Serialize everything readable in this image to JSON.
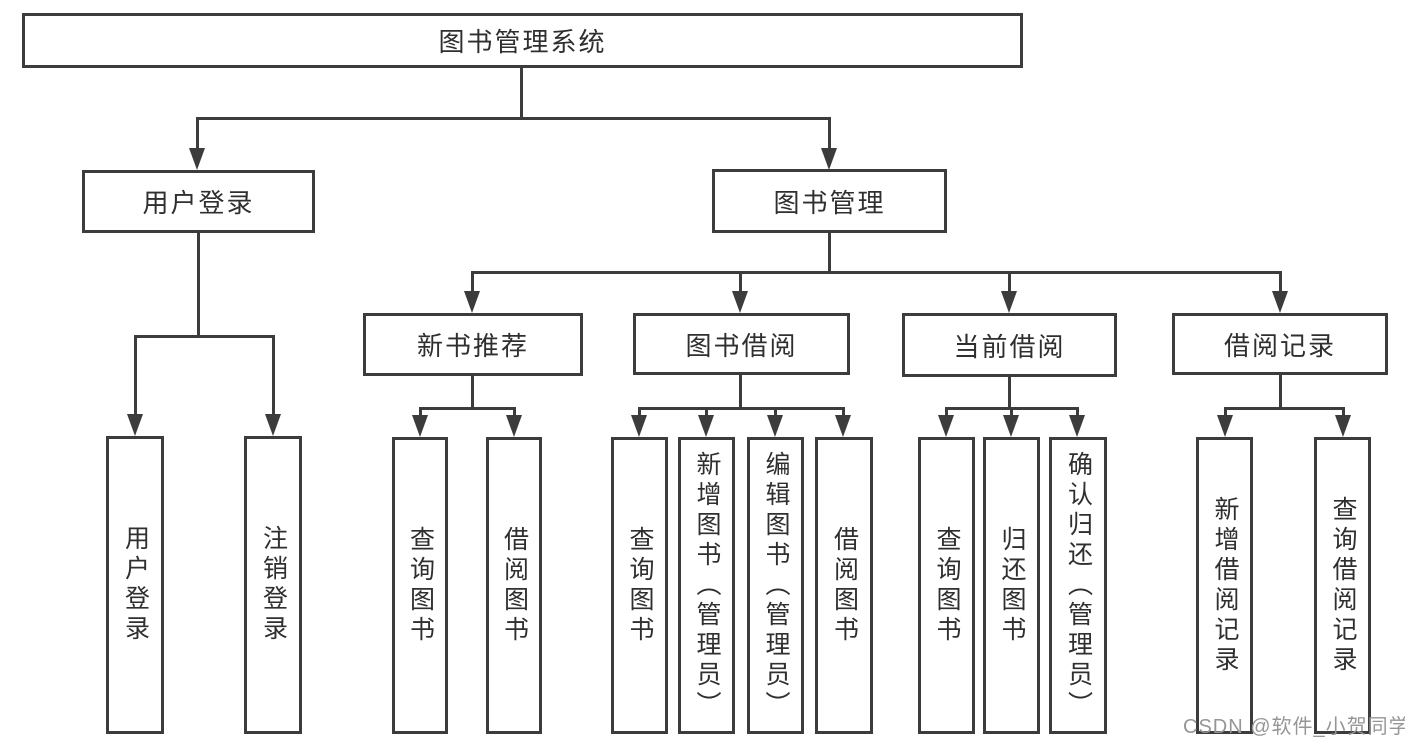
{
  "colors": {
    "line": "#3c3c3c",
    "text": "#2f2f2f",
    "background": "#ffffff",
    "watermark": "#969696"
  },
  "watermark": {
    "text": "CSDN @软件_小贺同学"
  },
  "tree": {
    "root": "图书管理系统",
    "level2": [
      {
        "label": "用户登录",
        "leaves": [
          "用户登录",
          "注销登录"
        ]
      },
      {
        "label": "图书管理",
        "sections": [
          {
            "label": "新书推荐",
            "leaves": [
              "查询图书",
              "借阅图书"
            ]
          },
          {
            "label": "图书借阅",
            "leaves": [
              "查询图书",
              "新增图书（管理员）",
              "编辑图书（管理员）",
              "借阅图书"
            ]
          },
          {
            "label": "当前借阅",
            "leaves": [
              "查询图书",
              "归还图书",
              "确认归还（管理员）"
            ]
          },
          {
            "label": "借阅记录",
            "leaves": [
              "新增借阅记录",
              "查询借阅记录"
            ]
          }
        ]
      }
    ]
  }
}
